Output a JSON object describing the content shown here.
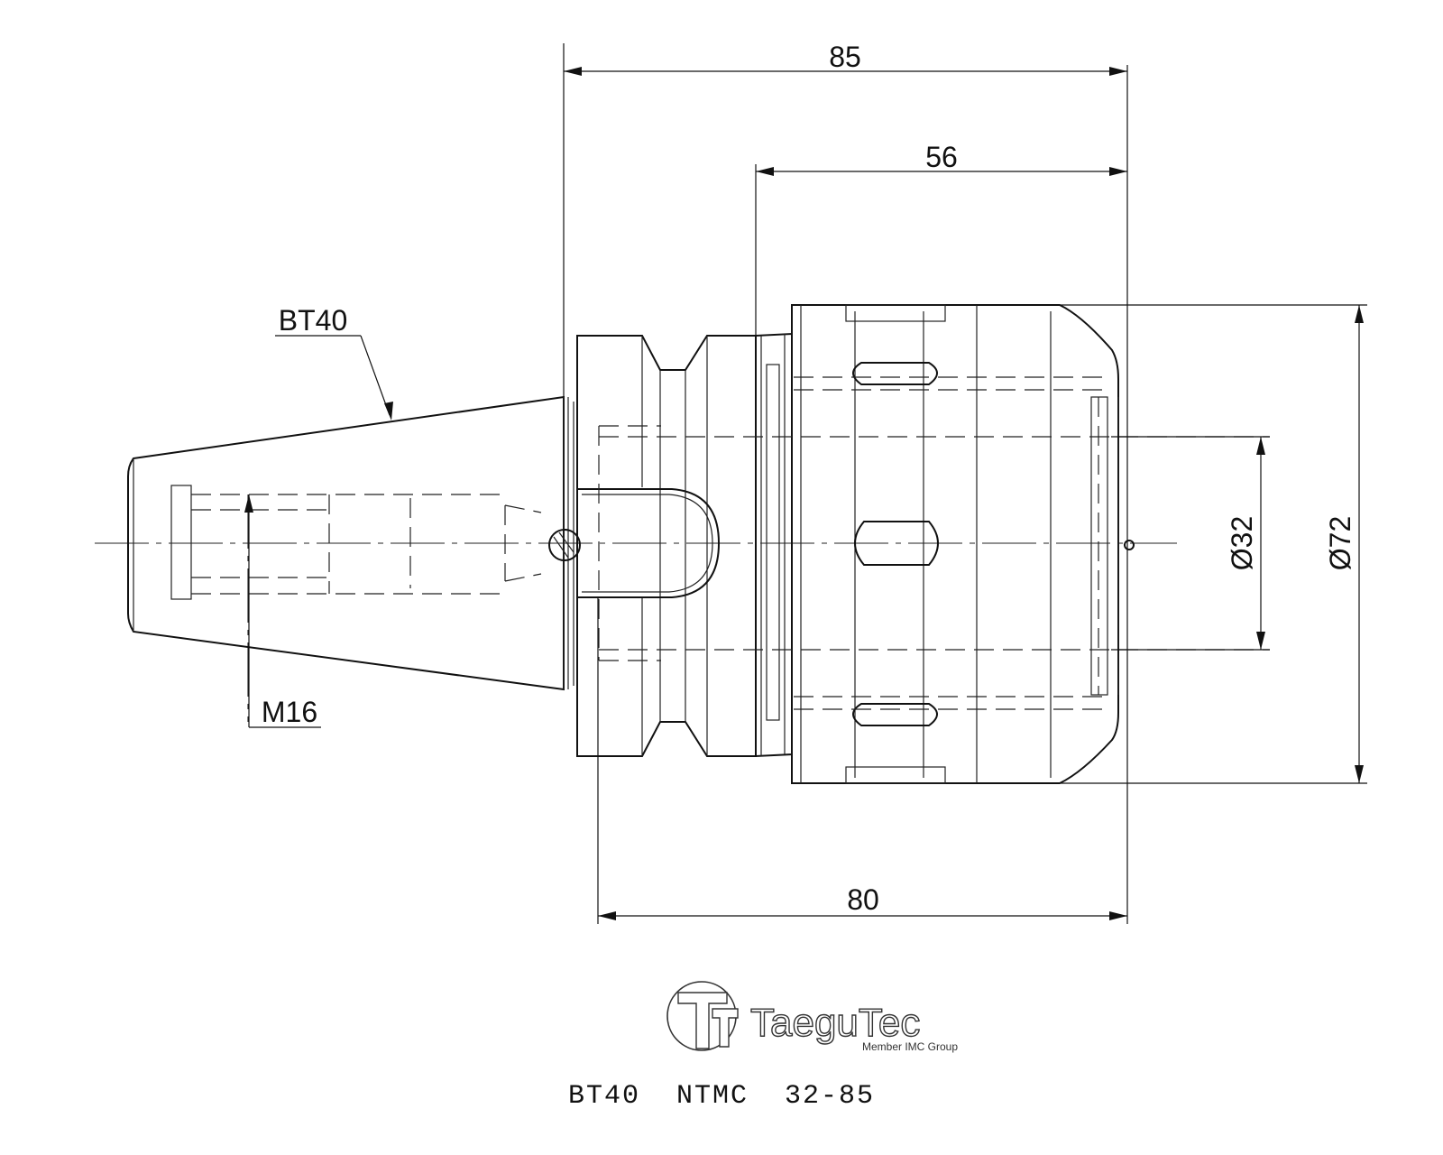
{
  "dimensions": {
    "overall_length": "85",
    "nut_length": "56",
    "gauge_to_front": "80",
    "bore_diameter": "Ø32",
    "nut_diameter": "Ø72"
  },
  "callouts": {
    "taper": "BT40",
    "thread": "M16"
  },
  "logo": {
    "brand": "TaeguTec",
    "tagline": "Member IMC Group"
  },
  "part_number": "BT40  NTMC  32-85"
}
